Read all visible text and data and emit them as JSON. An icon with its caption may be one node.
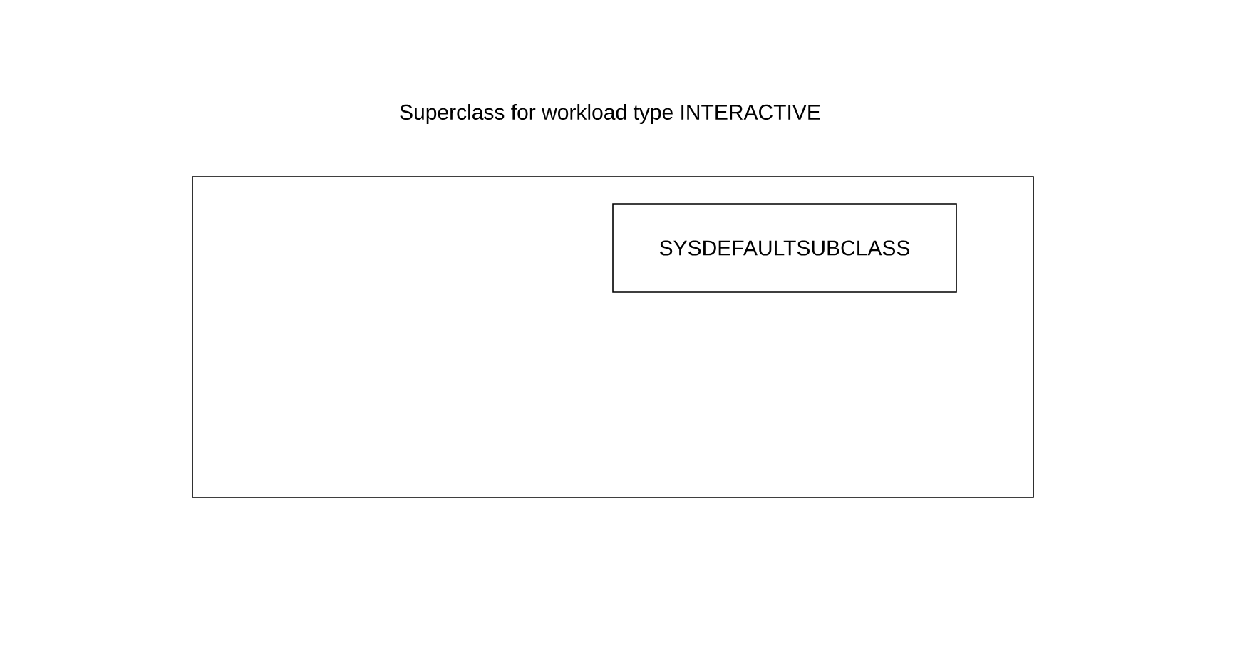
{
  "diagram": {
    "nodes": [
      {
        "text": [
          "Superclass for workload type INTERACTIVE"
        ]
      },
      {
        "text": [
          "SYSDEFAULTSUBCLASS"
        ],
        "in": 0
      }
    ]
  }
}
